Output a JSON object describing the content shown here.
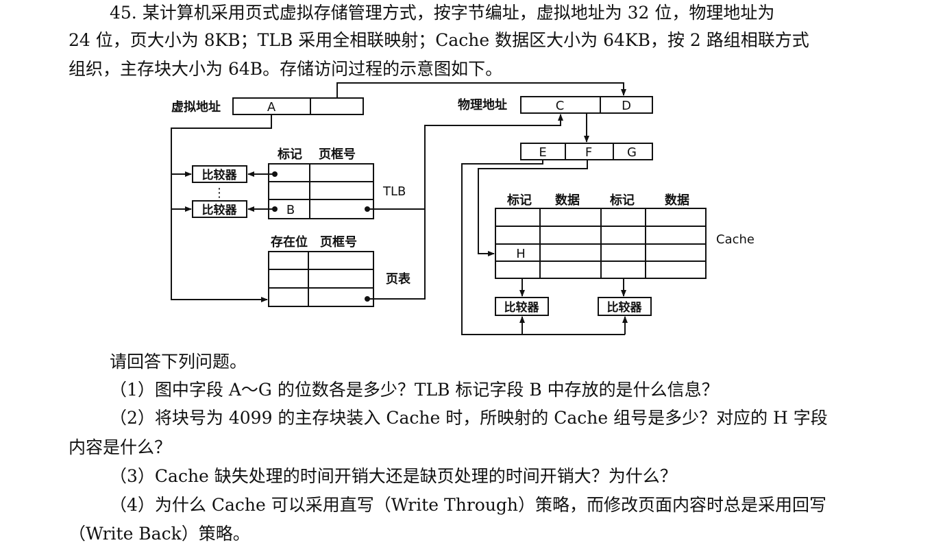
{
  "question": {
    "lines": [
      "45. 某计算机采用页式虚拟存储管理方式，按字节编址，虚拟地址为 32 位，物理地址为",
      "24 位，页大小为 8KB；TLB 采用全相联映射；Cache 数据区大小为 64KB，按 2 路组相联方式",
      "组织，主存块大小为 64B。存储访问过程的示意图如下。"
    ]
  },
  "diagram": {
    "virtual_address_label": "虚拟地址",
    "physical_address_label": "物理地址",
    "field_A": "A",
    "field_B": "B",
    "field_C": "C",
    "field_D": "D",
    "field_E": "E",
    "field_F": "F",
    "field_G": "G",
    "field_H": "H",
    "tlb_tag_header": "标记",
    "tlb_frame_header": "页框号",
    "tlb_label": "TLB",
    "comparator": "比较器",
    "ellipsis": "⋮",
    "pt_valid_header": "存在位",
    "pt_frame_header": "页框号",
    "page_table_label": "页表",
    "cache_tag_header_1": "标记",
    "cache_data_header_1": "数据",
    "cache_tag_header_2": "标记",
    "cache_data_header_2": "数据",
    "cache_label": "Cache"
  },
  "questions": {
    "intro": "请回答下列问题。",
    "q1": "（1）图中字段 A～G 的位数各是多少？TLB 标记字段 B 中存放的是什么信息？",
    "q2_line1": "（2）将块号为 4099 的主存块装入 Cache 时，所映射的 Cache 组号是多少？对应的 H 字段",
    "q2_line2": "内容是什么？",
    "q3": "（3）Cache 缺失处理的时间开销大还是缺页处理的时间开销大？为什么？",
    "q4_line1": "（4）为什么 Cache 可以采用直写（Write Through）策略，而修改页面内容时总是采用回写",
    "q4_line2": "（Write Back）策略。"
  }
}
